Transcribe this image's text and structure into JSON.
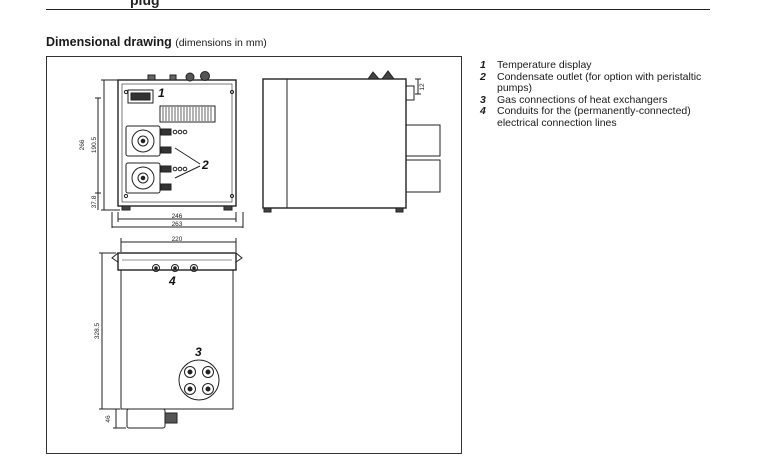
{
  "top_fragment": "plug",
  "heading": {
    "title": "Dimensional drawing",
    "subtitle": "(dimensions in mm)"
  },
  "drawing": {
    "callouts": {
      "c1": "1",
      "c2": "2",
      "c3": "3",
      "c4": "4"
    },
    "dims": {
      "w246": "246",
      "w263": "263",
      "w220": "220",
      "h266": "266",
      "h190": "190.5",
      "h37": "37.8",
      "h328": "328.5",
      "h46": "46",
      "h12": "12"
    }
  },
  "legend": [
    {
      "num": "1",
      "text": "Temperature display"
    },
    {
      "num": "2",
      "text": "Condensate outlet (for option with peristaltic pumps)"
    },
    {
      "num": "3",
      "text": "Gas connections of heat exchangers"
    },
    {
      "num": "4",
      "text": "Conduits for the (permanently-connected) electrical connection lines"
    }
  ]
}
